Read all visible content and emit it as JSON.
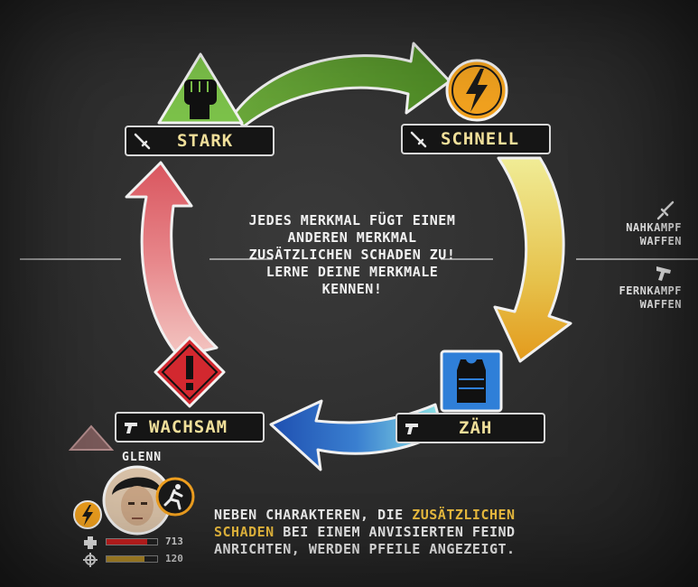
{
  "traits": {
    "stark": "STARK",
    "schnell": "SCHNELL",
    "zaeh": "ZÄH",
    "wachsam": "WACHSAM"
  },
  "center_text": [
    "JEDES MERKMAL FÜGT EINEM",
    "ANDEREN MERKMAL",
    "ZUSÄTZLICHEN SCHADEN ZU!",
    "LERNE DEINE MERKMALE",
    "KENNEN!"
  ],
  "legend": {
    "melee": [
      "NAHKAMPF",
      "WAFFEN"
    ],
    "ranged": [
      "FERNKAMPF",
      "WAFFEN"
    ]
  },
  "character": {
    "name": "GLENN",
    "health": "713",
    "ammo": "120",
    "health_fraction": 0.8,
    "ammo_fraction": 0.75
  },
  "hint": {
    "part1": "NEBEN CHARAKTEREN, DIE ",
    "highlight": "ZUSÄTZLICHEN SCHADEN",
    "part2": " BEI EINEM ANVISIERTEN FEIND ANRICHTEN, WERDEN PFEILE ANGEZEIGT."
  },
  "colors": {
    "stark": "#7cc24a",
    "schnell": "#f2a21f",
    "zaeh": "#2f7fd8",
    "wachsam": "#d2282f",
    "highlight": "#f0c040"
  }
}
